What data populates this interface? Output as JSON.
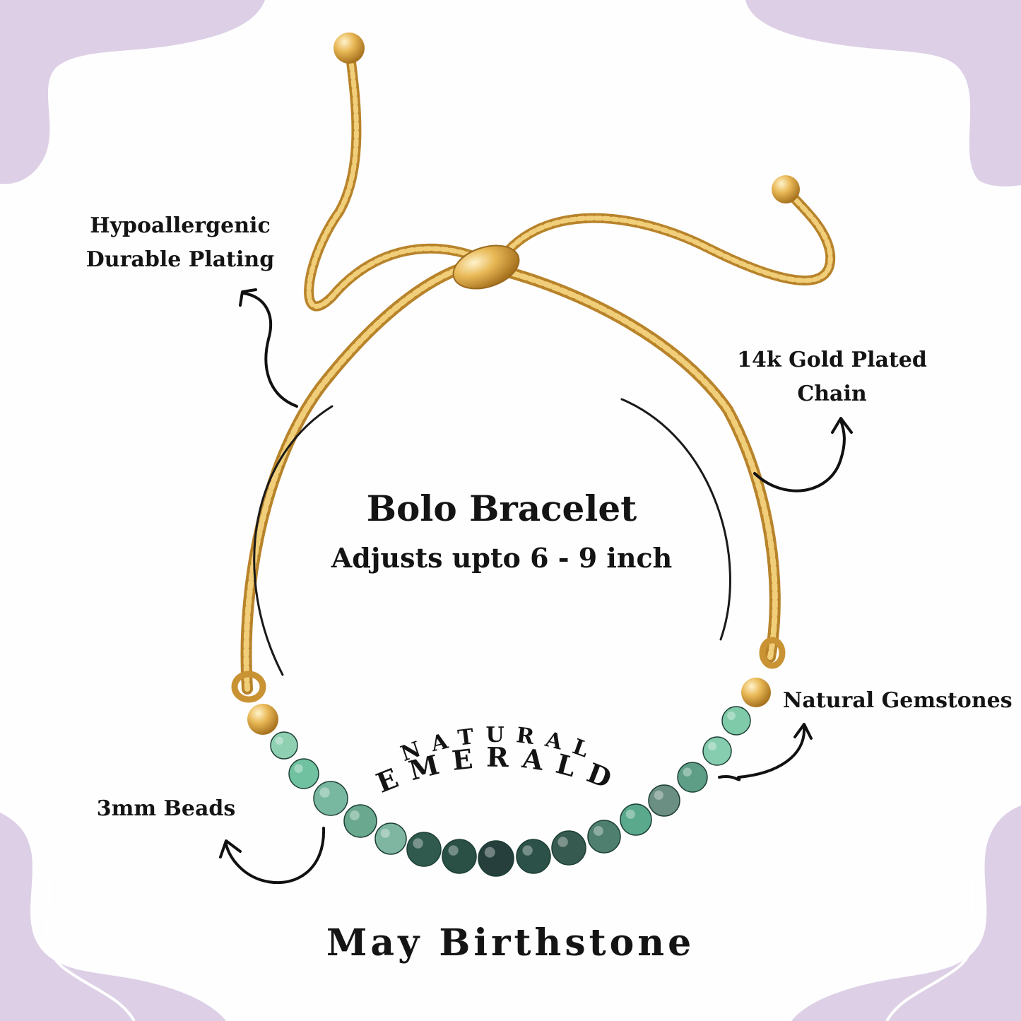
{
  "colors": {
    "accent_lavender": "#dccfe6",
    "gold": "#e0ad4e",
    "text": "#141414"
  },
  "callouts": {
    "plating_line1": "Hypoallergenic",
    "plating_line2": "Durable Plating",
    "chain_line1": "14k Gold Plated",
    "chain_line2": "Chain",
    "gemstones": "Natural Gemstones",
    "beads": "3mm Beads"
  },
  "product": {
    "title": "Bolo Bracelet",
    "subtitle": "Adjusts upto 6 - 9 inch",
    "stone_word1": "NATURAL",
    "stone_word2": "EMERALD",
    "footer": "May Birthstone"
  }
}
